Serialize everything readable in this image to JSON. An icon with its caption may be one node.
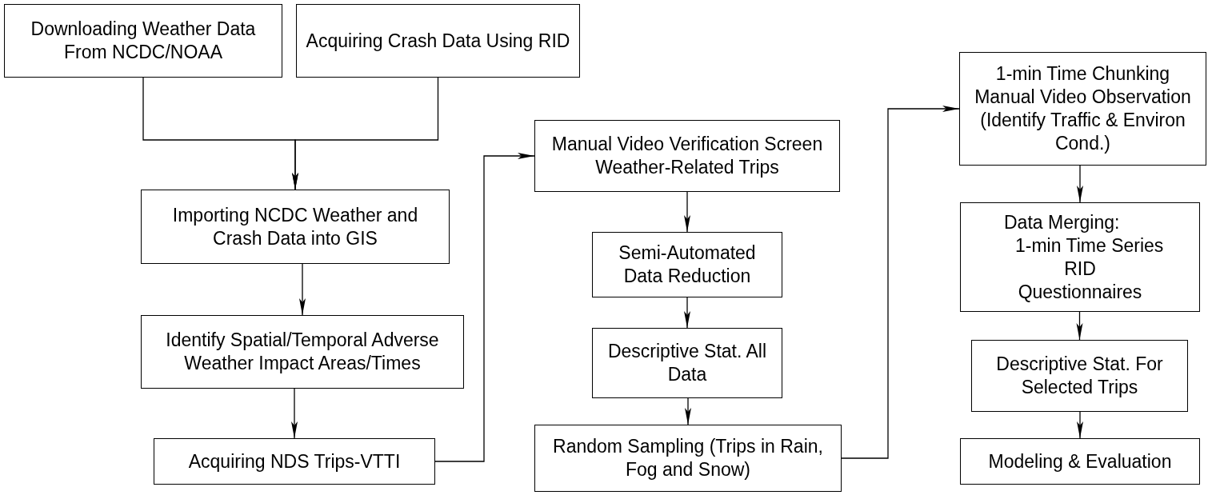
{
  "diagram": {
    "nodes": [
      {
        "text": [
          "Downloading Weather Data From NCDC/NOAA"
        ]
      },
      {
        "text": [
          "Acquiring Crash Data Using RID"
        ]
      },
      {
        "text": [
          "Importing NCDC Weather and Crash Data into GIS"
        ]
      },
      {
        "text": [
          "Identify Spatial/Temporal Adverse Weather Impact Areas/Times"
        ]
      },
      {
        "text": [
          "Acquiring NDS Trips-VTTI"
        ]
      },
      {
        "text": [
          "Manual Video Verification Screen Weather-Related Trips"
        ]
      },
      {
        "text": [
          "Semi-Automated Data Reduction"
        ]
      },
      {
        "text": [
          "Descriptive Stat. All Data"
        ]
      },
      {
        "text": [
          "Random Sampling (Trips in Rain, Fog and Snow)"
        ]
      },
      {
        "text": [
          "1-min Time Chunking Manual Video Observation (Identify Traffic & Environ Cond.)"
        ]
      },
      {
        "text": [
          "Data Merging:",
          "1-min Time Series",
          "RID",
          "Questionnaires"
        ]
      },
      {
        "text": [
          "Descriptive Stat. For Selected Trips"
        ]
      },
      {
        "text": [
          "Modeling & Evaluation"
        ]
      }
    ],
    "edges": [
      {
        "from": 0,
        "to": 2,
        "arrow": "to"
      },
      {
        "from": 1,
        "to": 2,
        "arrow": "to"
      },
      {
        "from": 2,
        "to": 3,
        "arrow": "to"
      },
      {
        "from": 3,
        "to": 4,
        "arrow": "to"
      },
      {
        "from": 4,
        "to": 5,
        "arrow": "to"
      },
      {
        "from": 5,
        "to": 6,
        "arrow": "to"
      },
      {
        "from": 6,
        "to": 7,
        "arrow": "to"
      },
      {
        "from": 7,
        "to": 8,
        "arrow": "to"
      },
      {
        "from": 8,
        "to": 9,
        "arrow": "to"
      },
      {
        "from": 9,
        "to": 10,
        "arrow": "to"
      },
      {
        "from": 10,
        "to": 11,
        "arrow": "to"
      },
      {
        "from": 11,
        "to": 12,
        "arrow": "to"
      }
    ]
  }
}
